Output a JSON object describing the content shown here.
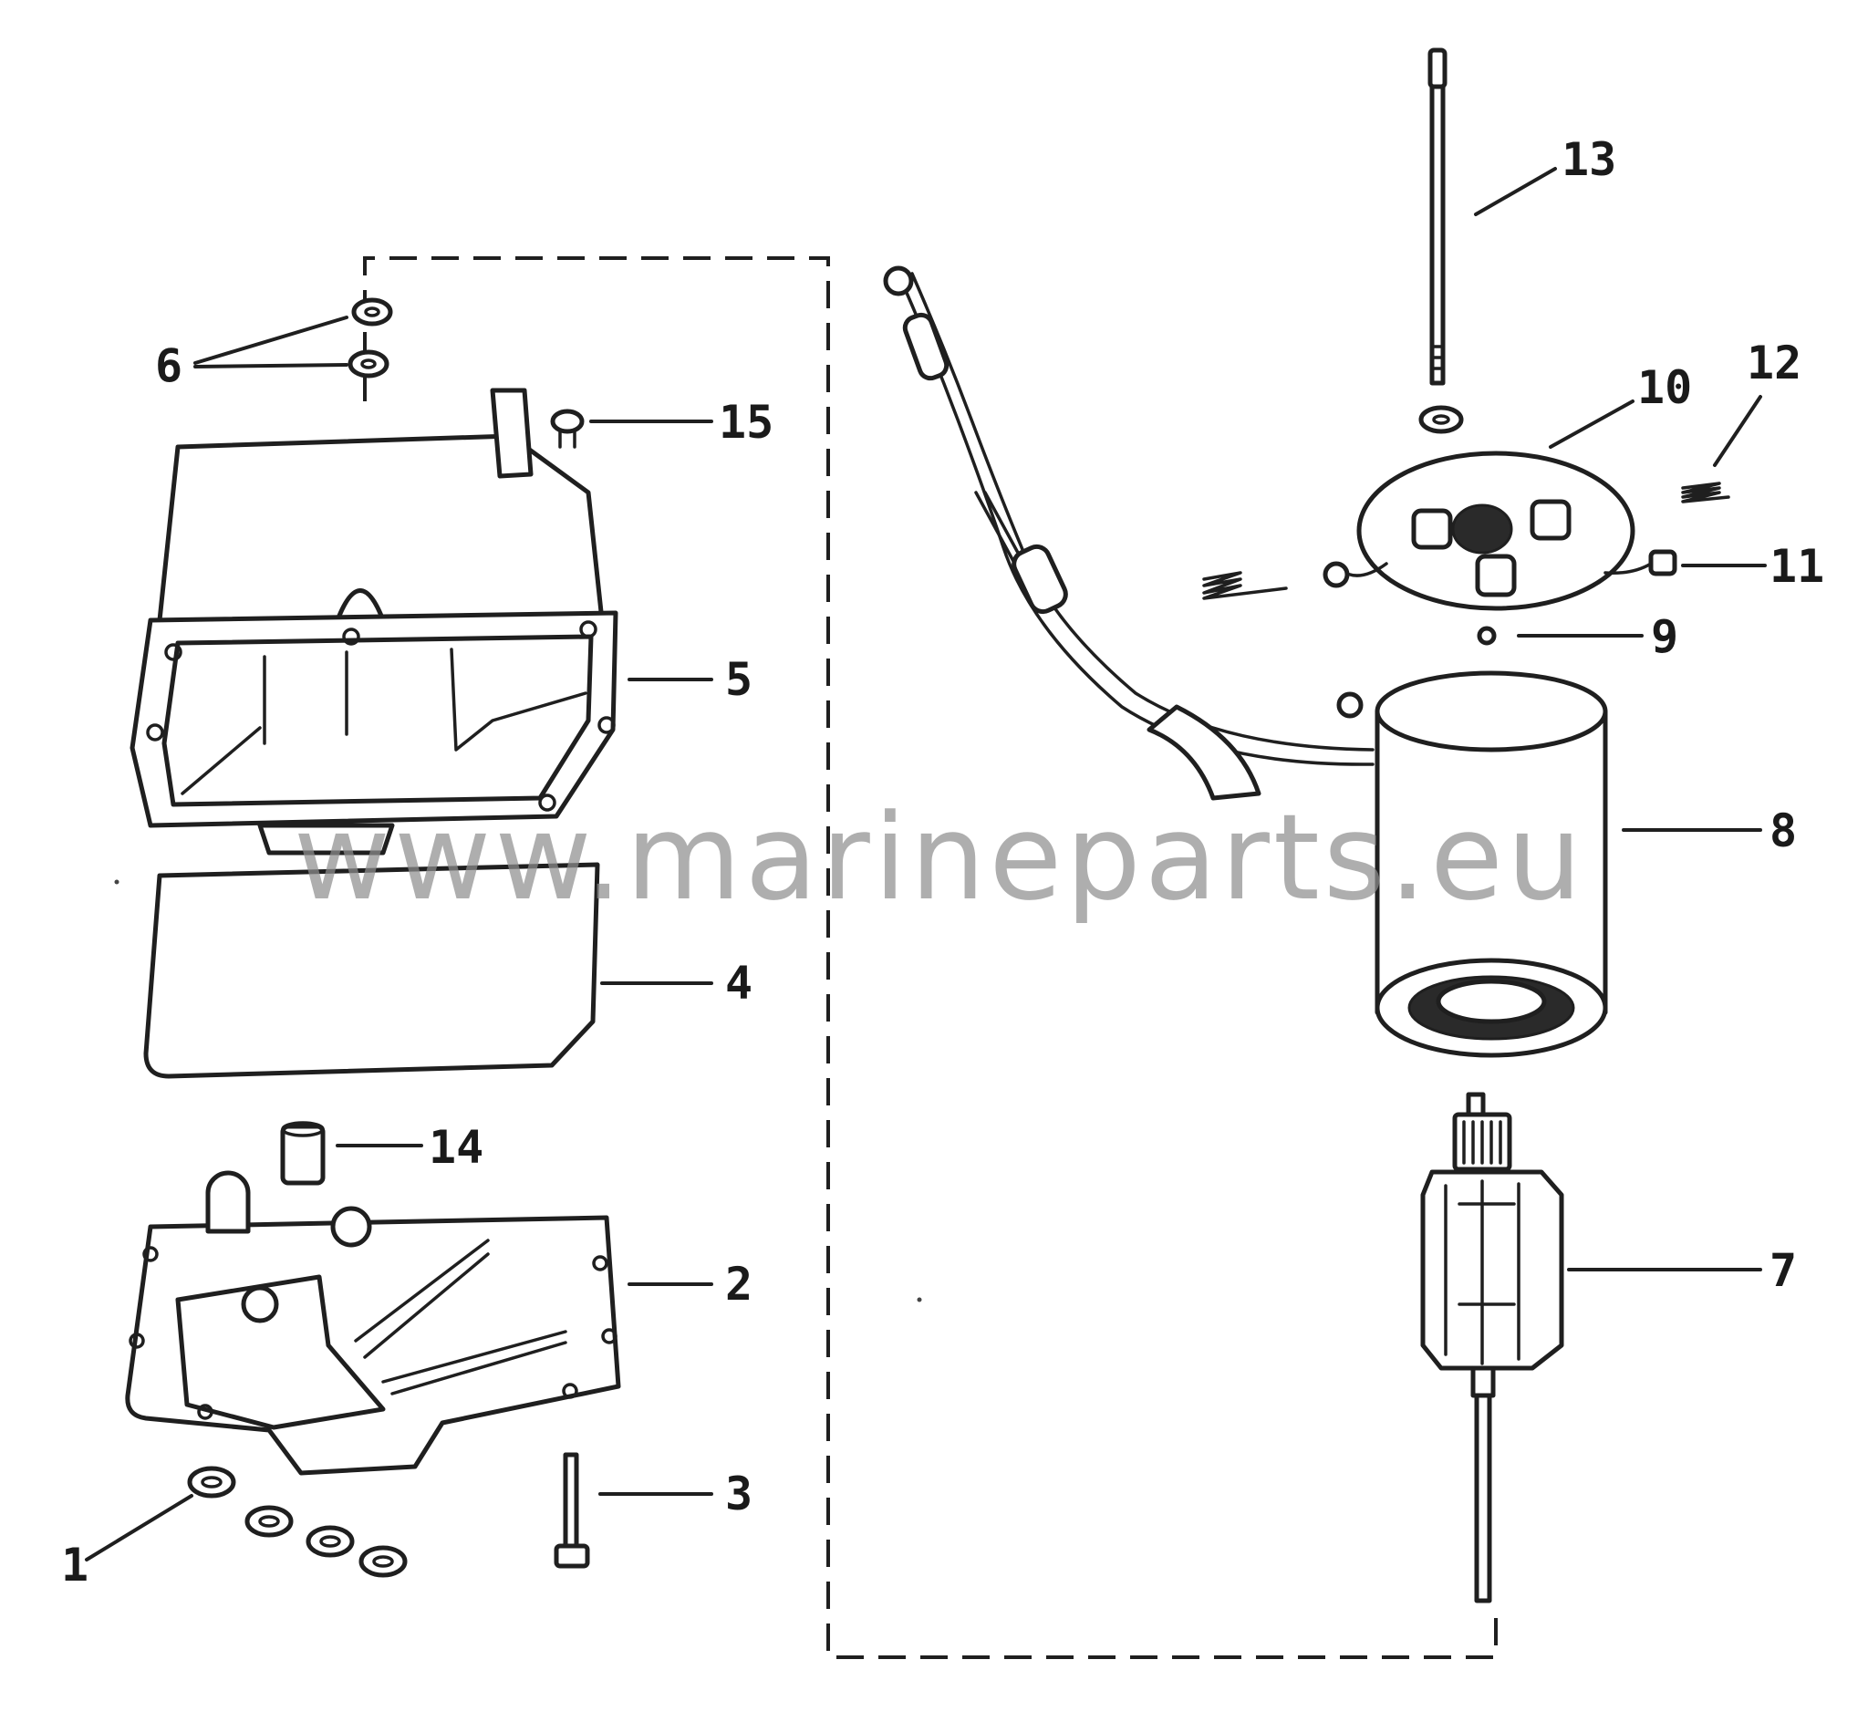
{
  "diagram": {
    "callouts": [
      {
        "id": "1",
        "label": "1"
      },
      {
        "id": "2",
        "label": "2"
      },
      {
        "id": "3",
        "label": "3"
      },
      {
        "id": "4",
        "label": "4"
      },
      {
        "id": "5",
        "label": "5"
      },
      {
        "id": "6",
        "label": "6"
      },
      {
        "id": "7",
        "label": "7"
      },
      {
        "id": "8",
        "label": "8"
      },
      {
        "id": "9",
        "label": "9"
      },
      {
        "id": "10",
        "label": "10"
      },
      {
        "id": "11",
        "label": "11"
      },
      {
        "id": "12",
        "label": "12"
      },
      {
        "id": "13",
        "label": "13"
      },
      {
        "id": "14",
        "label": "14"
      },
      {
        "id": "15",
        "label": "15"
      }
    ],
    "watermark": "www.marineparts.eu"
  }
}
